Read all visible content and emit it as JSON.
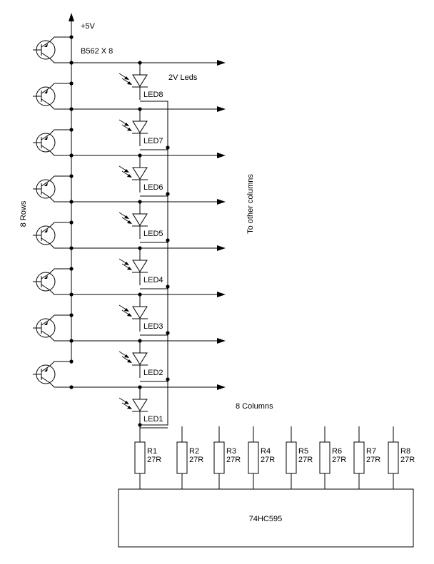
{
  "labels": {
    "supply": "+5V",
    "transistors": "B562 X 8",
    "leds": "2V Leds",
    "rows": "8 Rows",
    "to_other": "To other columns",
    "columns": "8 Columns",
    "chip": "74HC595"
  },
  "led_labels": [
    "LED8",
    "LED7",
    "LED6",
    "LED5",
    "LED4",
    "LED3",
    "LED2",
    "LED1"
  ],
  "resistors": [
    {
      "name": "R1",
      "value": "27R"
    },
    {
      "name": "R2",
      "value": "27R"
    },
    {
      "name": "R3",
      "value": "27R"
    },
    {
      "name": "R4",
      "value": "27R"
    },
    {
      "name": "R5",
      "value": "27R"
    },
    {
      "name": "R6",
      "value": "27R"
    },
    {
      "name": "R7",
      "value": "27R"
    },
    {
      "name": "R8",
      "value": "27R"
    }
  ]
}
